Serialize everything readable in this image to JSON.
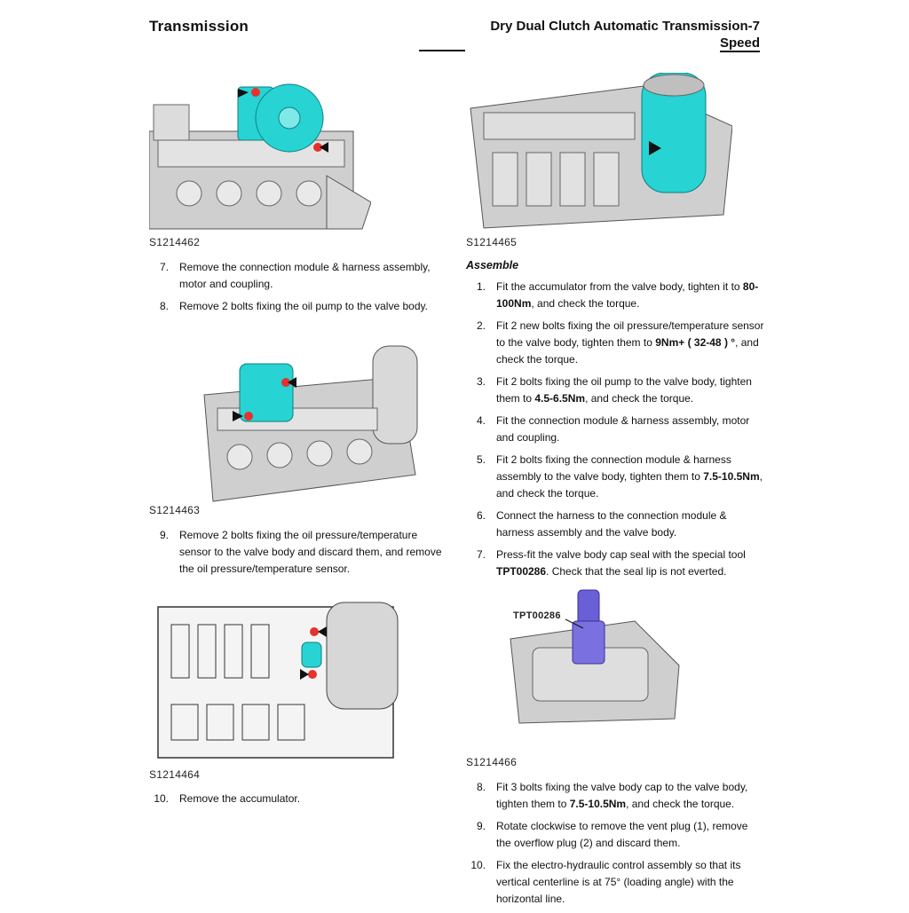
{
  "header": {
    "section": "Transmission",
    "title_line1": "Dry Dual Clutch Automatic Transmission-7",
    "title_line2": "Speed"
  },
  "figures": {
    "fig1": "S1214462",
    "fig2": "S1214463",
    "fig3": "S1214464",
    "fig4": "S1214465",
    "fig5": "S1214466",
    "tool_label": "TPT00286"
  },
  "colors": {
    "component": "#27d3d3",
    "bolt_marker": "#e5322d",
    "tool": "#6a5fd6",
    "metal": "#c9c9c9"
  },
  "left_steps_a": [
    {
      "num": "7.",
      "text": "Remove the connection module & harness assembly, motor and coupling."
    },
    {
      "num": "8.",
      "text": "Remove 2 bolts fixing the oil pump to the valve body."
    }
  ],
  "left_steps_b": [
    {
      "num": "9.",
      "text": "Remove 2 bolts fixing the oil pressure/temperature sensor to the valve body and discard them, and remove the oil pressure/temperature sensor."
    }
  ],
  "left_steps_c": [
    {
      "num": "10.",
      "text": "Remove the accumulator."
    }
  ],
  "assemble": {
    "title": "Assemble",
    "steps": [
      {
        "num": "1.",
        "pre": "Fit the accumulator from the valve body, tighten it to ",
        "bold": "80-100Nm",
        "post": ", and check the torque."
      },
      {
        "num": "2.",
        "pre": "Fit 2 new bolts fixing the oil pressure/temperature sensor to the valve body, tighten them to ",
        "bold": "9Nm+ ( 32-48 ) °",
        "post": ", and check the torque."
      },
      {
        "num": "3.",
        "pre": "Fit 2 bolts fixing the oil pump to the valve body, tighten them to ",
        "bold": "4.5-6.5Nm",
        "post": ", and check the torque."
      },
      {
        "num": "4.",
        "pre": "Fit the connection module & harness assembly, motor and coupling.",
        "bold": "",
        "post": ""
      },
      {
        "num": "5.",
        "pre": "Fit 2 bolts fixing the connection module & harness assembly to the valve body, tighten them to ",
        "bold": "7.5-10.5Nm",
        "post": ", and check the torque."
      },
      {
        "num": "6.",
        "pre": "Connect the harness to the connection module & harness assembly and the valve body.",
        "bold": "",
        "post": ""
      },
      {
        "num": "7.",
        "pre": "Press-fit the valve body cap seal with the special tool ",
        "bold": "TPT00286",
        "post": ". Check that the seal lip is not everted."
      }
    ]
  },
  "right_steps_b": [
    {
      "num": "8.",
      "pre": "Fit 3 bolts fixing the valve body cap to the valve body, tighten them to ",
      "bold": "7.5-10.5Nm",
      "post": ", and check the torque."
    },
    {
      "num": "9.",
      "pre": "Rotate clockwise to remove the vent plug (1), remove the overflow plug (2) and discard them.",
      "bold": "",
      "post": ""
    },
    {
      "num": "10.",
      "pre": "Fix the electro-hydraulic control assembly so that its vertical centerline is at 75° (loading angle) with the horizontal line.",
      "bold": "",
      "post": ""
    }
  ]
}
